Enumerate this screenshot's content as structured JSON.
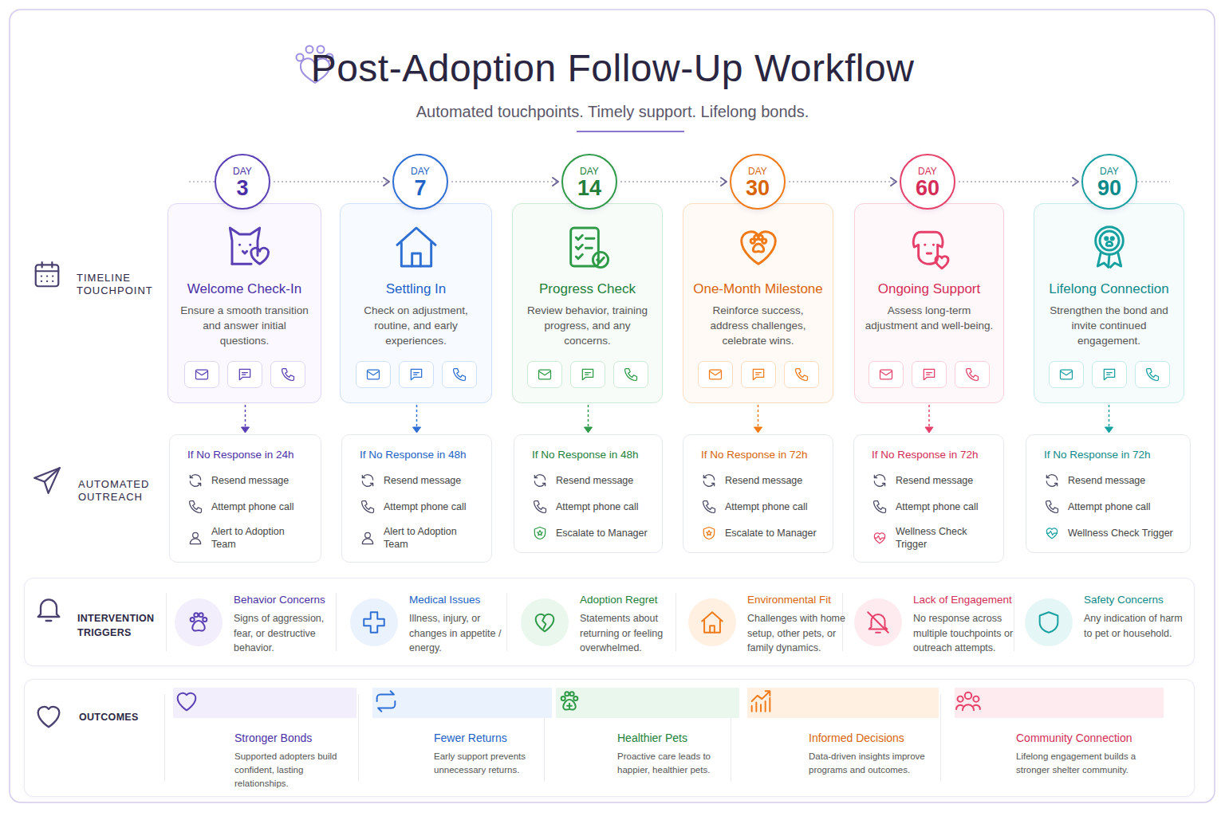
{
  "diagram": {
    "title": "Post-Adoption Follow-Up Workflow",
    "caption": "Automated touchpoints. Timely support. Lifelong bonds.",
    "nodes": [
      {
        "text": [
          "DAY",
          "3"
        ]
      },
      {
        "text": [
          "Welcome Check-In",
          "Ensure a smooth transition and answer initial questions."
        ]
      },
      {
        "text": [
          "DAY",
          "7"
        ]
      },
      {
        "text": [
          "Settling In",
          "Check on adjustment, routine, and early experiences."
        ]
      },
      {
        "text": [
          "DAY",
          "14"
        ]
      },
      {
        "text": [
          "Progress Check",
          "Review behavior, training progress, and any concerns."
        ]
      },
      {
        "text": [
          "DAY",
          "30"
        ]
      },
      {
        "text": [
          "One-Month Milestone",
          "Reinforce success, address challenges, celebrate wins."
        ]
      },
      {
        "text": [
          "DAY",
          "60"
        ]
      },
      {
        "text": [
          "Ongoing Support",
          "Assess long-term adjustment and well-being."
        ]
      },
      {
        "text": [
          "DAY",
          "90"
        ]
      },
      {
        "text": [
          "Lifelong Connection",
          "Strengthen the bond and invite continued engagement."
        ]
      },
      {
        "text": [
          "If No Response in 24h",
          "Resend message",
          "Attempt phone call",
          "Alert to Adoption Team"
        ]
      },
      {
        "text": [
          "If No Response in 48h",
          "Resend message",
          "Attempt phone call",
          "Alert to Adoption Team"
        ]
      },
      {
        "text": [
          "If No Response in 48h",
          "Resend message",
          "Attempt phone call",
          "Escalate to Manager"
        ]
      },
      {
        "text": [
          "If No Response in 72h",
          "Resend message",
          "Attempt phone call",
          "Escalate to Manager"
        ]
      },
      {
        "text": [
          "If No Response in 72h",
          "Resend message",
          "Attempt phone call",
          "Wellness Check Trigger"
        ]
      },
      {
        "text": [
          "If No Response in 72h",
          "Resend message",
          "Attempt phone call",
          "Wellness Check Trigger"
        ]
      },
      {
        "text": [
          "INTERVENTION TRIGGERS"
        ]
      },
      {
        "text": [
          "Behavior Concerns",
          "Signs of aggression, fear, or destructive behavior."
        ],
        "in": 18
      },
      {
        "text": [
          "Medical Issues",
          "Illness, injury, or changes in appetite / energy."
        ],
        "in": 18
      },
      {
        "text": [
          "Adoption Regret",
          "Statements about returning or feeling overwhelmed."
        ],
        "in": 18
      },
      {
        "text": [
          "Environmental Fit",
          "Challenges with home setup, other pets, or family dynamics."
        ],
        "in": 18
      },
      {
        "text": [
          "Lack of Engagement",
          "No response across multiple touchpoints or outreach attempts."
        ],
        "in": 18
      },
      {
        "text": [
          "Safety Concerns",
          "Any indication of harm to pet or household."
        ],
        "in": 18
      },
      {
        "text": [
          "OUTCOMES"
        ]
      },
      {
        "text": [
          "Stronger Bonds",
          "Supported adopters build confident, lasting relationships."
        ],
        "in": 25
      },
      {
        "text": [
          "Fewer Returns",
          "Early support prevents unnecessary returns."
        ],
        "in": 25
      },
      {
        "text": [
          "Healthier Pets",
          "Proactive care leads to happier, healthier pets."
        ],
        "in": 25
      },
      {
        "text": [
          "Informed Decisions",
          "Data-driven insights improve programs and outcomes."
        ],
        "in": 25
      },
      {
        "text": [
          "Community Connection",
          "Lifelong engagement builds a stronger shelter community."
        ],
        "in": 25
      }
    ],
    "edges": [
      {
        "from": 0,
        "to": 2,
        "arrow": "to"
      },
      {
        "from": 2,
        "to": 4,
        "arrow": "to"
      },
      {
        "from": 4,
        "to": 6,
        "arrow": "to"
      },
      {
        "from": 6,
        "to": 8,
        "arrow": "to"
      },
      {
        "from": 8,
        "to": 10,
        "arrow": "to"
      },
      {
        "from": 1,
        "to": 12,
        "arrow": "to"
      },
      {
        "from": 3,
        "to": 13,
        "arrow": "to"
      },
      {
        "from": 5,
        "to": 14,
        "arrow": "to"
      },
      {
        "from": 7,
        "to": 15,
        "arrow": "to"
      },
      {
        "from": 9,
        "to": 16,
        "arrow": "to"
      },
      {
        "from": 11,
        "to": 17,
        "arrow": "to"
      }
    ],
    "labels": [
      "TIMELINE TOUCHPOINT",
      "AUTOMATED OUTREACH"
    ]
  }
}
